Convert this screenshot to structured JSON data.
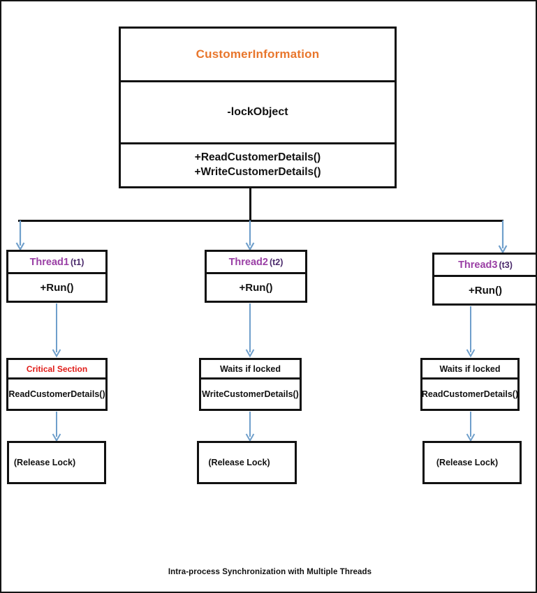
{
  "diagram": {
    "caption": "Intra-process Synchronization with Multiple Threads",
    "colors": {
      "class_title": "#E8762C",
      "thread_name": "#9A3FA5",
      "critical_section": "#E01B17",
      "box_border": "#111111",
      "arrow": "#6F9FCB",
      "text": "#111111",
      "background": "#FFFFFF"
    },
    "class_box": {
      "name": "CustomerInformation",
      "attributes": [
        "-lockObject"
      ],
      "operations": [
        "+ReadCustomerDetails()",
        "+WriteCustomerDetails()"
      ]
    },
    "threads": [
      {
        "name": "Thread1",
        "id": "(t1)",
        "operation": "+Run()",
        "stage": {
          "header": "Critical Section",
          "header_kind": "critical",
          "body": "ReadCustomerDetails()"
        },
        "release": "(Release Lock)"
      },
      {
        "name": "Thread2",
        "id": "(t2)",
        "operation": "+Run()",
        "stage": {
          "header": "Waits if locked",
          "header_kind": "normal",
          "body": "WriteCustomerDetails()"
        },
        "release": "(Release Lock)"
      },
      {
        "name": "Thread3",
        "id": "(t3)",
        "operation": "+Run()",
        "stage": {
          "header": "Waits if locked",
          "header_kind": "normal",
          "body": "ReadCustomerDetails()"
        },
        "release": "(Release Lock)"
      }
    ]
  }
}
